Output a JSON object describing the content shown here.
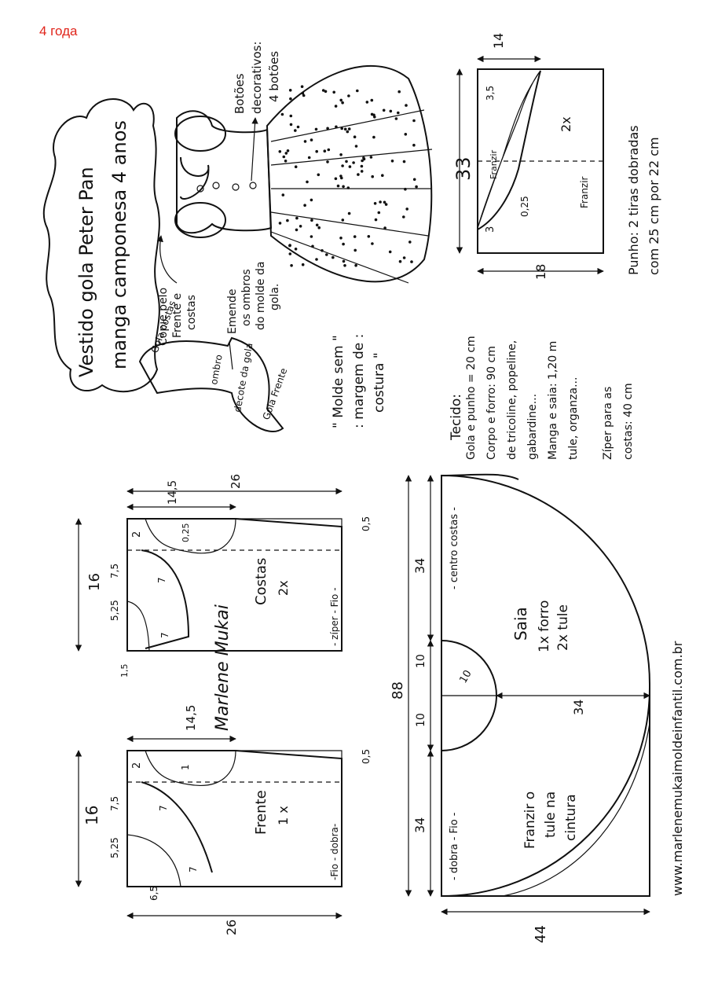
{
  "header": {
    "age_label": "4 года"
  },
  "title": {
    "line1": "Vestido gola Peter Pan",
    "line2": "manga camponesa 4 anos"
  },
  "annotations": {
    "buttons_1": "Botões",
    "buttons_2": "decorativos:",
    "buttons_3": "4 botões",
    "copy_1": "Copie pelo",
    "copy_2": "Frente e",
    "copy_3": "costas",
    "join_1": "Emende",
    "join_2": "os ombros",
    "join_3": "do molde da",
    "join_4": "gola.",
    "no_margin_1": "\" Molde sem \"",
    "no_margin_2": ": margem de :",
    "no_margin_3": "costura \""
  },
  "collar_piece": {
    "label_back": "Gola costas",
    "label_shoulder": "ombro",
    "label_front": "Gola Frente",
    "label_neck": "decote da gola"
  },
  "sleeve": {
    "piece_label": "2x",
    "franzir_1": "Franzir",
    "franzir_2": "Franzir",
    "m_14": "14",
    "m_33": "33",
    "m_35": "3,5",
    "m_025": "0,25",
    "m_3": "3",
    "m_18": "18",
    "cuff_1": "Punho: 2 tiras dobradas",
    "cuff_2": "com 25 cm por 22 cm"
  },
  "fabric": {
    "title": "Tecido:",
    "l1": "Gola e punho = 20 cm",
    "l2": "Corpo e forro: 90 cm",
    "l3": "de tricoline, popeline,",
    "l4": "gabardine...",
    "l5": "Manga e saia: 1,20 m",
    "l6": "tule, organza...",
    "l7": "Zíper para as",
    "l8": "costas: 40 cm"
  },
  "back_bodice": {
    "label": "Costas",
    "count": "2x",
    "grain": "- zíper - Fio -",
    "m_26": "26",
    "m_145": "14,5",
    "m_05": "0,5",
    "m_2": "2",
    "m_025": "0,25",
    "m_16": "16",
    "m_75": "7,5",
    "m_525": "5,25",
    "m_7a": "7",
    "m_7b": "7",
    "m_15": "1,5"
  },
  "front_bodice": {
    "label": "Frente",
    "count": "1 x",
    "grain": "-Fio - dobra-",
    "m_145": "14,5",
    "m_05": "0,5",
    "m_2": "2",
    "m_1": "1",
    "m_16": "16",
    "m_75": "7,5",
    "m_525": "5,25",
    "m_7a": "7",
    "m_7b": "7",
    "m_65": "6,5",
    "m_26": "26"
  },
  "signature": "Marlene Mukai",
  "skirt": {
    "label": "Saia",
    "lining": "1x forro",
    "tulle": "2x tule",
    "gather_1": "Franzir o",
    "gather_2": "tule na",
    "gather_3": "cintura",
    "center_back": "- centro costas -",
    "fold_grain": "- dobra - Fio -",
    "m_88": "88",
    "m_34a": "34",
    "m_34b": "34",
    "m_34c": "34",
    "m_10a": "10",
    "m_10b": "10",
    "m_10c": "10",
    "m_44": "44"
  },
  "website": "www.marlenemukaimoldeinfantil.com.br"
}
